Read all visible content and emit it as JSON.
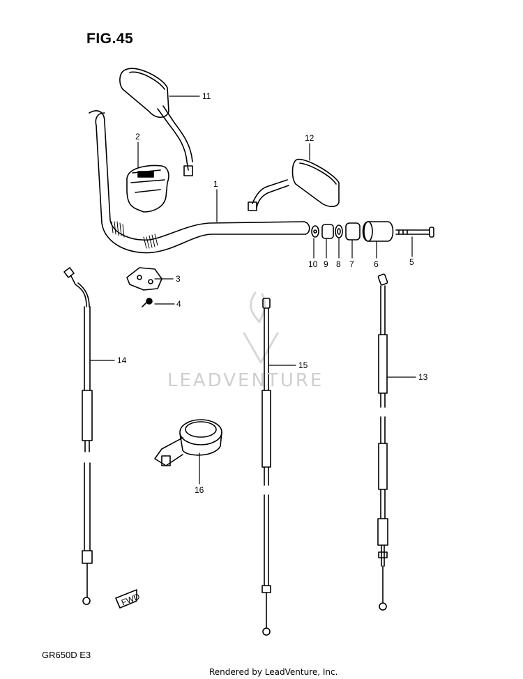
{
  "figure": {
    "title": "FIG.45",
    "model_code": "GR650D  E3",
    "credit": "Rendered by LeadVenture, Inc."
  },
  "watermark": {
    "text": "LEADVENTURE"
  },
  "callouts": [
    "1",
    "2",
    "3",
    "4",
    "5",
    "6",
    "7",
    "8",
    "9",
    "10",
    "11",
    "12",
    "13",
    "14",
    "15",
    "16"
  ],
  "fwd_label": "FWD"
}
